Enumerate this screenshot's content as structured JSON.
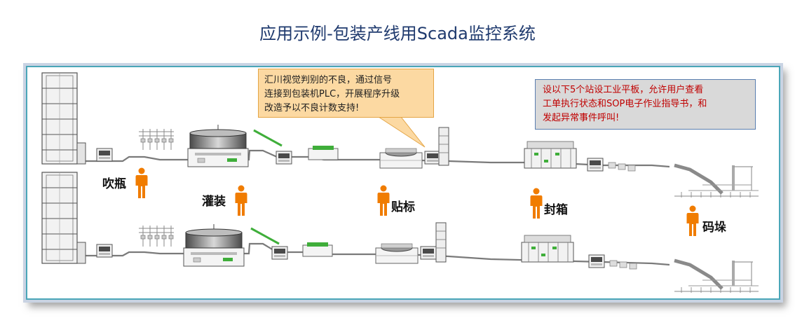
{
  "title": "应用示例-包装产线用Scada监控系统",
  "callouts": {
    "vision": {
      "lines": [
        "汇川视觉判别的不良，通过信号",
        "连接到包装机PLC，开展程序升级",
        "改造予以不良计数支持!"
      ]
    },
    "tablet": {
      "lines": [
        "设以下5个站设工业平板，允许用户查看",
        "工单执行状态和SOP电子作业指导书，和",
        "发起异常事件呼叫!"
      ]
    }
  },
  "stations": [
    {
      "label": "吹瓶"
    },
    {
      "label": "灌装"
    },
    {
      "label": "贴标"
    },
    {
      "label": "封箱"
    },
    {
      "label": "码垛"
    }
  ],
  "colors": {
    "title": "#1f3a6e",
    "frame_border": "#4aa6b8",
    "operator": "#f07c00",
    "accent_green": "#3fae3a",
    "callout_yellow": "#fcd9a2",
    "callout_red_text": "#c00000"
  }
}
